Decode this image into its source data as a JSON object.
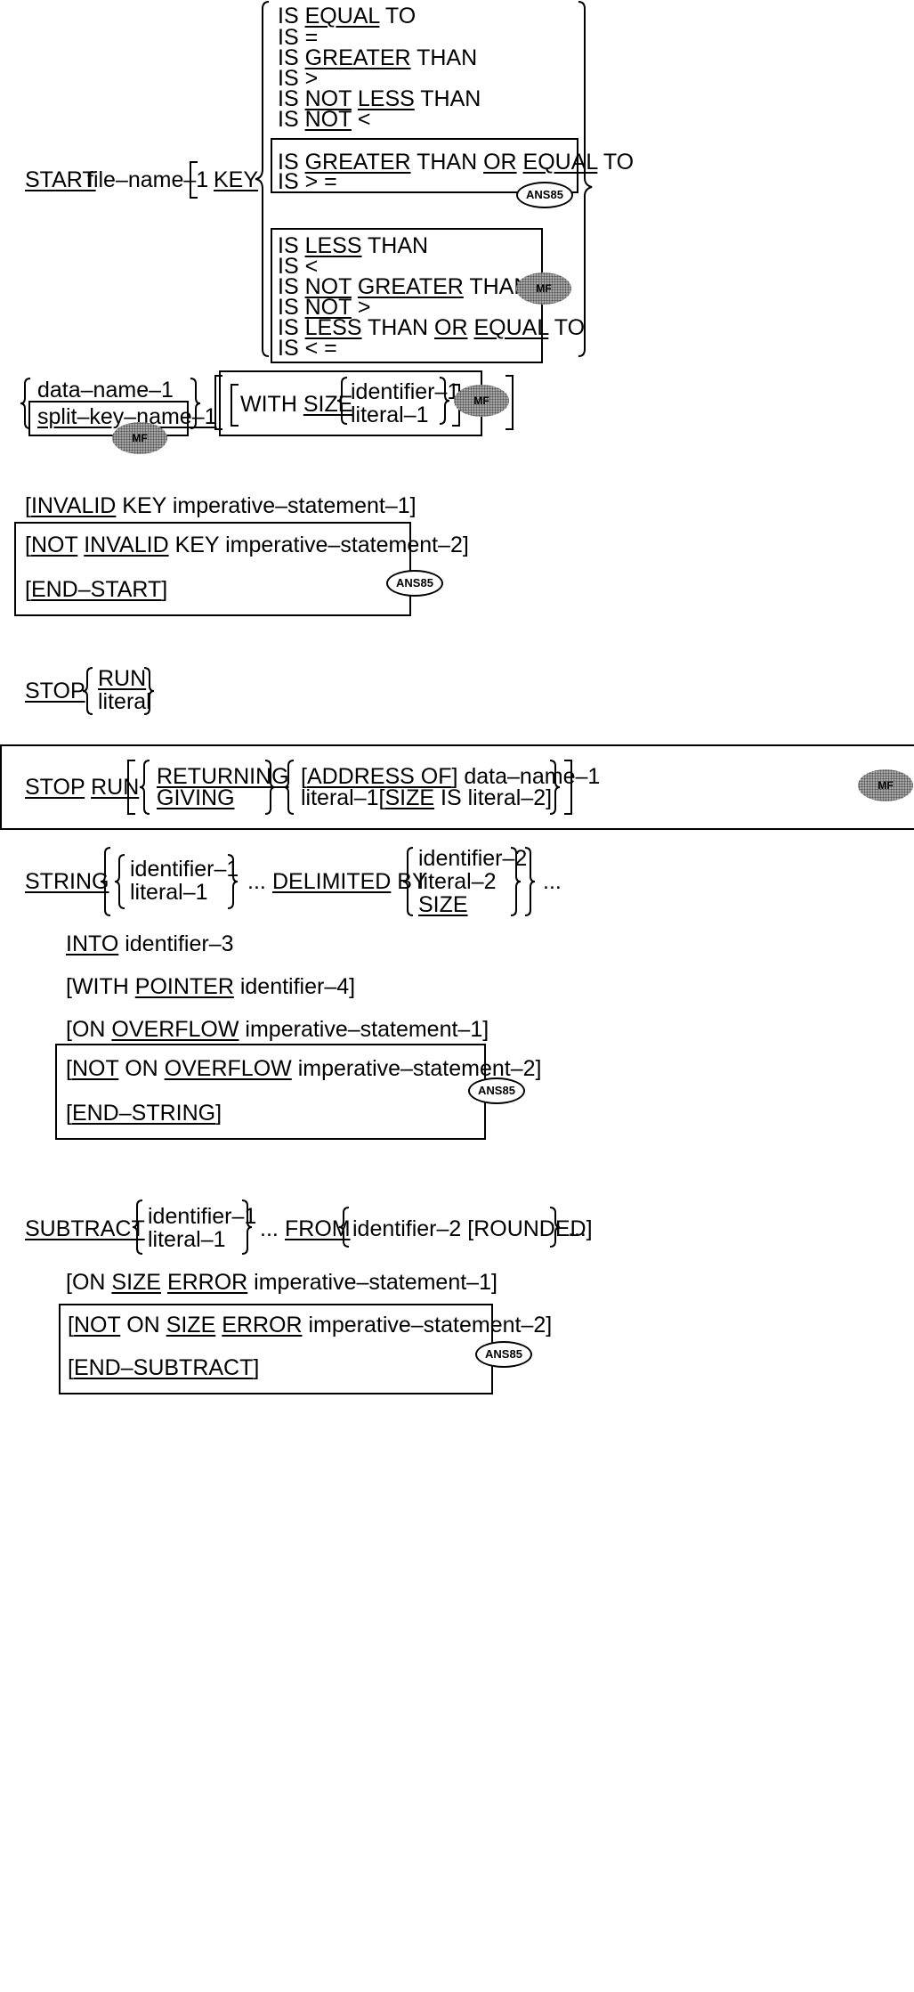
{
  "start": {
    "keyword": "START",
    "file": "file–name–1",
    "key": "KEY",
    "ops": [
      [
        "IS ",
        "EQUAL",
        " TO"
      ],
      [
        "IS ="
      ],
      [
        "IS ",
        "GREATER",
        " THAN"
      ],
      [
        "IS >"
      ],
      [
        "IS ",
        "NOT",
        " ",
        "LESS",
        " THAN"
      ],
      [
        "IS ",
        "NOT",
        " <"
      ]
    ],
    "ops_ans": [
      [
        "IS ",
        "GREATER",
        " THAN ",
        "OR",
        " ",
        "EQUAL",
        " TO"
      ],
      [
        "IS > ="
      ]
    ],
    "ops_mf": [
      [
        "IS ",
        "LESS",
        " THAN"
      ],
      [
        "IS <"
      ],
      [
        "IS ",
        "NOT",
        " ",
        "GREATER",
        " THAN"
      ],
      [
        "IS ",
        "NOT",
        " >"
      ],
      [
        "IS ",
        "LESS",
        " THAN ",
        "OR",
        " ",
        "EQUAL",
        " TO"
      ],
      [
        "IS < ="
      ]
    ],
    "data_name": "data–name–1",
    "split_key": "split–key–name–1",
    "with_size": [
      "WITH ",
      "SIZE"
    ],
    "identifier": "identifier–1",
    "literal": "literal–1",
    "invalid_key": [
      "[",
      "INVALID",
      " KEY imperative–statement–1]"
    ],
    "not_invalid": [
      "[",
      "NOT",
      " ",
      "INVALID",
      " KEY imperative–statement–2]"
    ],
    "end_start": [
      "[",
      "END–START",
      "]"
    ]
  },
  "stop": {
    "keyword": "STOP",
    "run": "RUN",
    "literal": "literal",
    "returning": "RETURNING",
    "giving": "GIVING",
    "address_of": [
      "[",
      "ADDRESS OF",
      "]  data–name–1"
    ],
    "literal_size": [
      "literal–1[",
      "SIZE",
      " IS literal–2]"
    ]
  },
  "string": {
    "keyword": "STRING",
    "identifier1": "identifier–1",
    "literal1": "literal–1",
    "ellipsis": "...",
    "delimited": "DELIMITED",
    "by": " BY",
    "identifier2": "identifier–2",
    "literal2": "literal–2",
    "size": "SIZE",
    "into": [
      "INTO",
      " identifier–3"
    ],
    "pointer": [
      "[WITH ",
      "POINTER",
      " identifier–4]"
    ],
    "overflow": [
      "[ON ",
      "OVERFLOW",
      " imperative–statement–1]"
    ],
    "not_overflow": [
      "[",
      "NOT",
      " ON ",
      "OVERFLOW",
      " imperative–statement–2]"
    ],
    "end_string": [
      "[",
      "END–STRING",
      "]"
    ]
  },
  "subtract": {
    "keyword": "SUBTRACT",
    "identifier1": "identifier–1",
    "literal1": "literal–1",
    "ellipsis": "...",
    "from": "FROM",
    "identifier2": "identifier–2 [ROUNDED]",
    "size_error": [
      "[ON ",
      "SIZE",
      " ",
      "ERROR",
      " imperative–statement–1]"
    ],
    "not_size_error": [
      "[",
      "NOT",
      " ON ",
      "SIZE",
      " ",
      "ERROR",
      " imperative–statement–2]"
    ],
    "end_subtract": [
      "[",
      "END–SUBTRACT",
      "]"
    ]
  },
  "badges": {
    "ans": "ANS85",
    "mf": "MF"
  }
}
